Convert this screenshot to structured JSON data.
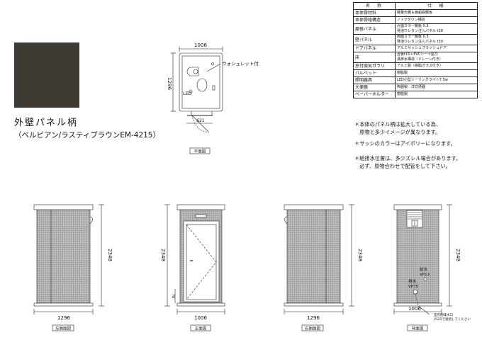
{
  "panel_caption": {
    "title": "外壁パネル柄",
    "subtitle": "（ベルビアン/ラスティブラウンEM-4215）"
  },
  "spec_table": {
    "headers": [
      "名　称",
      "仕　様"
    ],
    "rows": [
      {
        "name": "本体骨材料",
        "value": [
          "軽量形鋼＆亜鉛鉄鋼板"
        ]
      },
      {
        "name": "本体骨組構造",
        "value": [
          "ノックダウン構造"
        ]
      },
      {
        "name": "屋根パネル",
        "value": [
          "片面カラー鋼板 0.3",
          "発泡ウレタン注入パネル t30"
        ]
      },
      {
        "name": "壁パネル",
        "value": [
          "両面カラー鋼板 0.3",
          "発泡ウレタン注入パネル t30"
        ]
      },
      {
        "name": "ドアパネル",
        "value": [
          "アルミサッシュフラッシュドア"
        ]
      },
      {
        "name": "床",
        "value": [
          "合板t15＋PVCシート貼り",
          "溝排水構造（ドレーン付き）"
        ]
      },
      {
        "name": "窓付換気ガラリ",
        "value": [
          "アルミ製（樹脂ガラス付き）"
        ]
      },
      {
        "name": "パルペット",
        "value": [
          "樹脂製"
        ]
      },
      {
        "name": "照明器具",
        "value": [
          "LED小型シーリングライト7.5w"
        ]
      },
      {
        "name": "大便器",
        "value": [
          "陶器製　洋式便器"
        ]
      },
      {
        "name": "ペーパーホルダー",
        "value": [
          "樹脂製"
        ]
      }
    ]
  },
  "notes": [
    "＊本体のパネル柄は拡大している為、",
    "　原物と多少イメージが異なります。",
    "＊サッシのカラーはアイボリーになります。",
    "＊給排水位置は、多少ズレル場合があります。",
    "　必ず、原物合わせで配管をして下さい。"
  ],
  "plan_view": {
    "dim_width": "1006",
    "dim_depth": "1296",
    "dim_door": "621",
    "label_washlet": "ウォシュレット付",
    "label_led": "LED",
    "title": "平面図"
  },
  "left_view": {
    "dim_width": "1296",
    "dim_height": "2348",
    "title": "左側面図"
  },
  "front_view": {
    "dim_width": "1006",
    "dim_height": "2348",
    "dim_sill": "76",
    "title": "正面図"
  },
  "right_view": {
    "dim_width": "1296",
    "dim_height": "2348",
    "title": "右側面図"
  },
  "back_view": {
    "dim_width": "1006",
    "dim_height": "2348",
    "label_supply": "給水",
    "label_supply_spec": "VP13",
    "label_drain": "排水",
    "label_drain_spec": "VP75",
    "label_outlet": "室内側排水口",
    "label_outlet_spec": "VS25で接続してください",
    "title": "背面図"
  },
  "colors": {
    "panel": "#3f3b34",
    "wall_hatch": "#bdbdbd",
    "line": "#222222"
  }
}
